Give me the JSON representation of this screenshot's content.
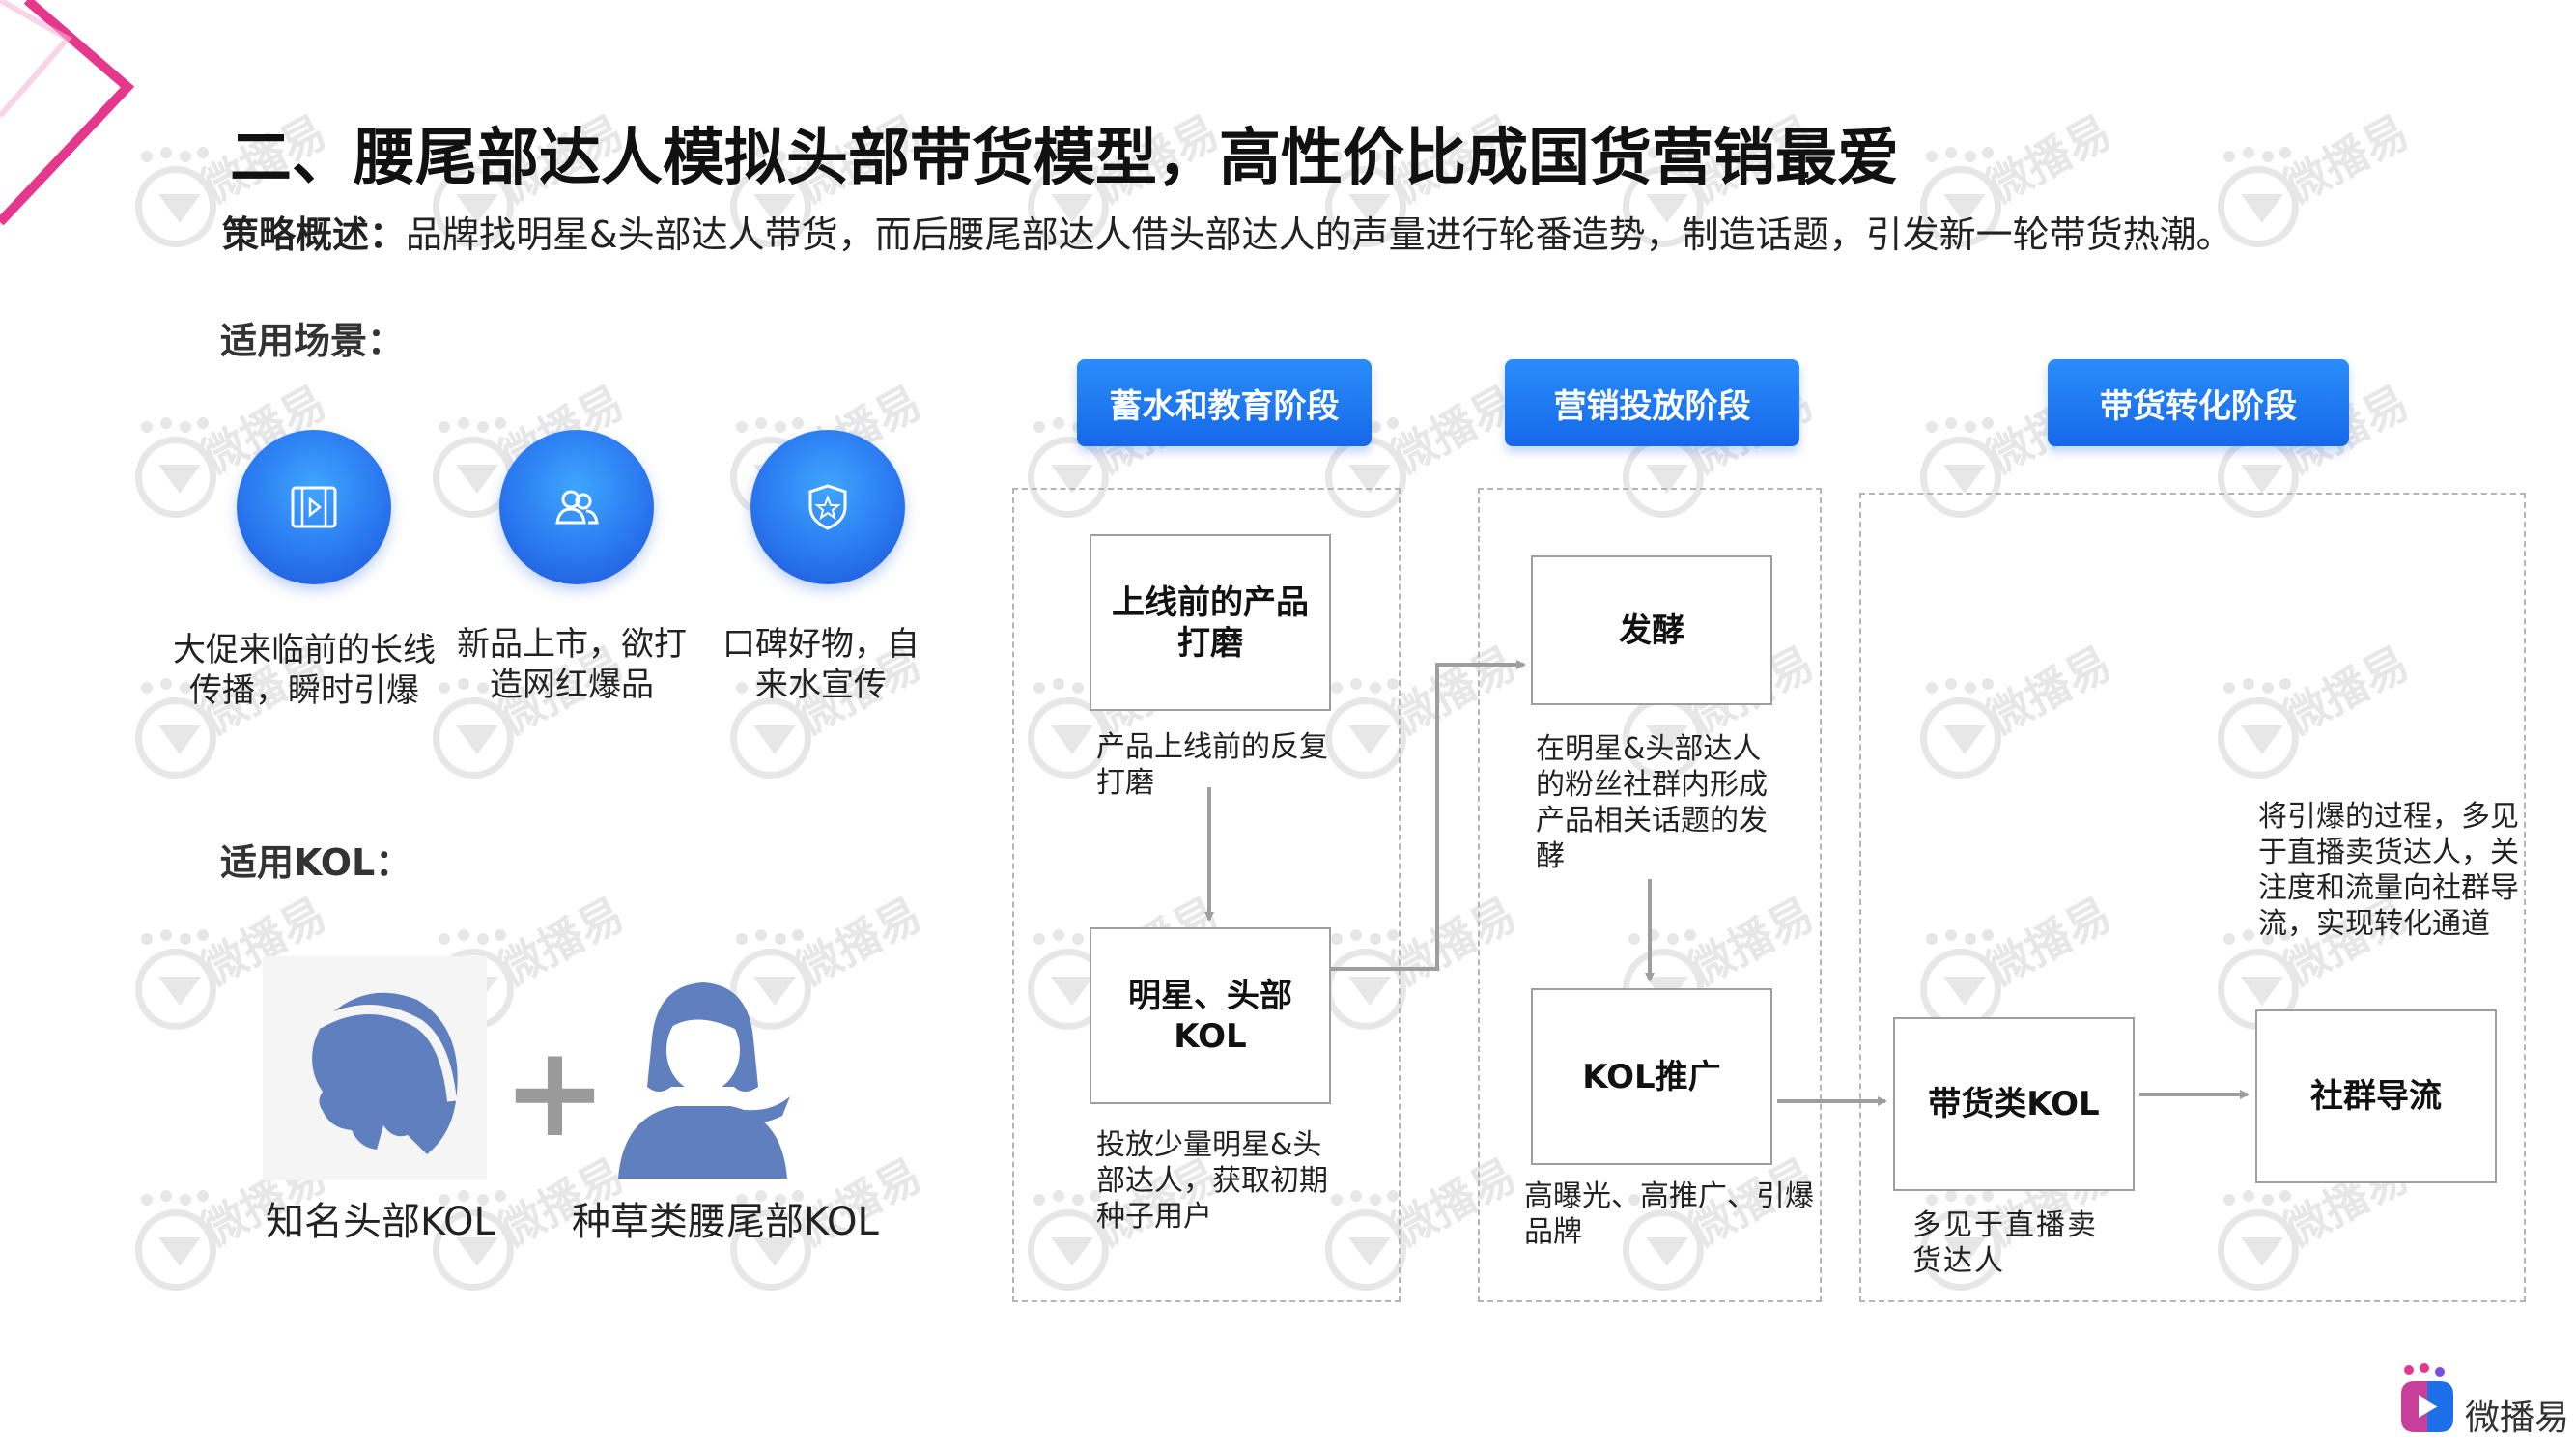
{
  "title": "二、腰尾部达人模拟头部带货模型，高性价比成国货营销最爱",
  "subtitle": {
    "label": "策略概述：",
    "text": "品牌找明星&头部达人带货，而后腰尾部达人借头部达人的声量进行轮番造势，制造话题，引发新一轮带货热潮。"
  },
  "scenes_label": "适用场景：",
  "scenes": [
    {
      "icon": "video-icon",
      "text": "大促来临前的长线传播，瞬时引爆"
    },
    {
      "icon": "group-icon",
      "text": "新品上市，欲打造网红爆品"
    },
    {
      "icon": "shield-star-icon",
      "text": "口碑好物，自来水宣传"
    }
  ],
  "kol_label": "适用KOL：",
  "kols": [
    {
      "caption": "知名头部KOL"
    },
    {
      "plus": "+"
    },
    {
      "caption": "种草类腰尾部KOL"
    }
  ],
  "stages": [
    {
      "title": "蓄水和教育阶段"
    },
    {
      "title": "营销投放阶段"
    },
    {
      "title": "带货转化阶段"
    }
  ],
  "nodes": {
    "product_polish": {
      "label": "上线前的产品打磨",
      "desc": "产品上线前的反复打磨"
    },
    "star_kol": {
      "label": "明星、头部KOL",
      "desc": "投放少量明星&头部达人，获取初期种子用户"
    },
    "ferment": {
      "label": "发酵",
      "desc": "在明星&头部达人的粉丝社群内形成产品相关话题的发酵"
    },
    "kol_promo": {
      "label": "KOL推广",
      "desc": "高曝光、高推广、引爆品牌"
    },
    "sales_kol": {
      "label": "带货类KOL",
      "desc": "多见于直播卖货达人"
    },
    "community": {
      "label": "社群导流",
      "desc": "将引爆的过程，多见于直播卖货达人，关注度和流量向社群导流，实现转化通道"
    }
  },
  "watermark": "微播易",
  "logo_text": "微播易",
  "colors": {
    "accent": "#1d6fe8",
    "person": "#5f7fbf",
    "chevron": "#e5378c"
  }
}
